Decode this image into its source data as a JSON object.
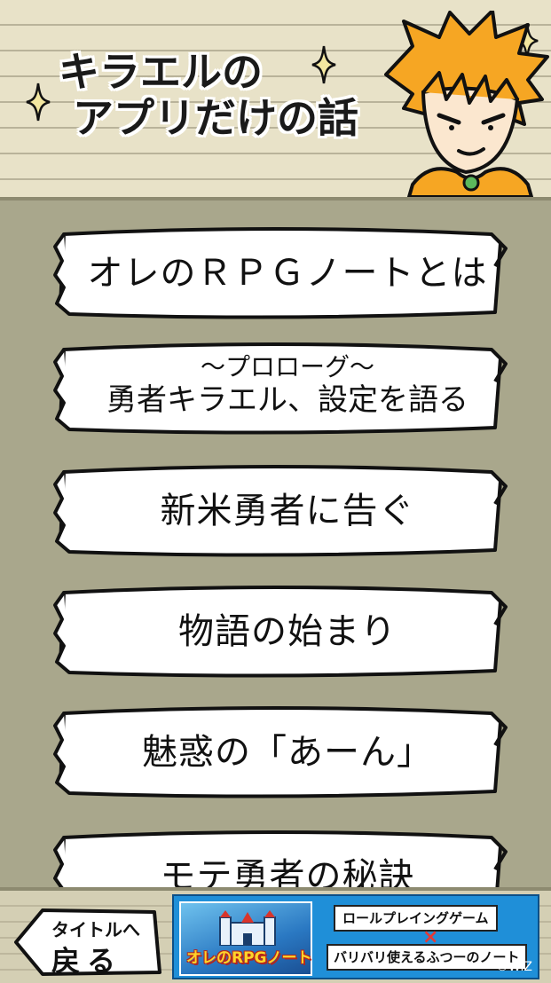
{
  "header": {
    "title_line1": "キラエルの",
    "title_line2": "アプリだけの話"
  },
  "menu": {
    "items": [
      {
        "label": "オレのＲＰＧノートとは"
      },
      {
        "label_small": "～プロローグ～",
        "label": "勇者キラエル、設定を語る"
      },
      {
        "label": "新米勇者に告ぐ"
      },
      {
        "label": "物語の始まり"
      },
      {
        "label": "魅惑の「あーん」"
      },
      {
        "label": "モテ勇者の秘訣"
      }
    ]
  },
  "footer": {
    "back_line1": "タイトルへ",
    "back_line2": "戻る",
    "ad": {
      "cover_title": "オレのRPGノート",
      "tag1": "ロールプレイングゲーム",
      "cross": "×",
      "tag2": "バリバリ使えるふつーのノート",
      "copyright": "©WiZ"
    }
  },
  "colors": {
    "paper": "#e8e2c8",
    "menu_bg": "#a9a78c",
    "scroll_fill": "#ffffff",
    "ink": "#111111",
    "hair": "#f5a623",
    "ad_blue": "#1f8fd8"
  }
}
